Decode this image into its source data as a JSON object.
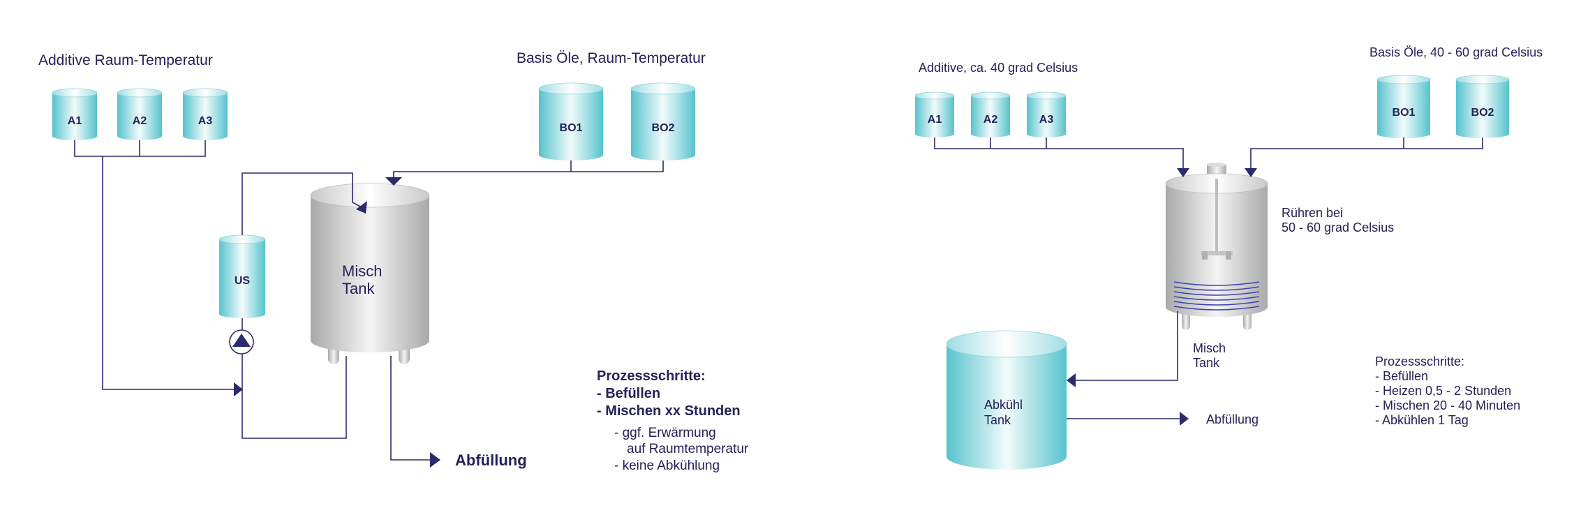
{
  "left": {
    "additives_heading": "Additive Raum-Temperatur",
    "base_oils_heading": "Basis Öle, Raum-Temperatur",
    "additives": [
      "A1",
      "A2",
      "A3"
    ],
    "base_oils": [
      "BO1",
      "BO2"
    ],
    "circulation_tank": "US",
    "mix_tank_line1": "Misch",
    "mix_tank_line2": "Tank",
    "filling": "Abfüllung",
    "steps_title": "Prozessschritte:",
    "steps": [
      "-  Befüllen",
      "-  Mischen xx Stunden"
    ],
    "substeps": [
      "-  ggf. Erwärmung",
      "auf Raumtemperatur",
      "-  keine Abkühlung"
    ]
  },
  "right": {
    "additives_heading": "Additive, ca. 40 grad Celsius",
    "base_oils_heading": "Basis Öle, 40 - 60 grad Celsius",
    "additives": [
      "A1",
      "A2",
      "A3"
    ],
    "base_oils": [
      "BO1",
      "BO2"
    ],
    "stir_line1": "Rühren bei",
    "stir_line2": "50 - 60 grad Celsius",
    "mix_tank_line1": "Misch",
    "mix_tank_line2": "Tank",
    "cool_tank_line1": "Abkühl",
    "cool_tank_line2": "Tank",
    "filling": "Abfüllung",
    "steps_title": "Prozessschritte:",
    "steps": [
      "-  Befüllen",
      "-  Heizen 0,5 - 2 Stunden",
      "-  Mischen 20 - 40 Minuten",
      "-  Abkühlen 1 Tag"
    ]
  },
  "colors": {
    "text": "#23215a",
    "pipe": "#2b2a6e",
    "cyan": "#5cc6d0",
    "steel": "#b5b5b5"
  }
}
